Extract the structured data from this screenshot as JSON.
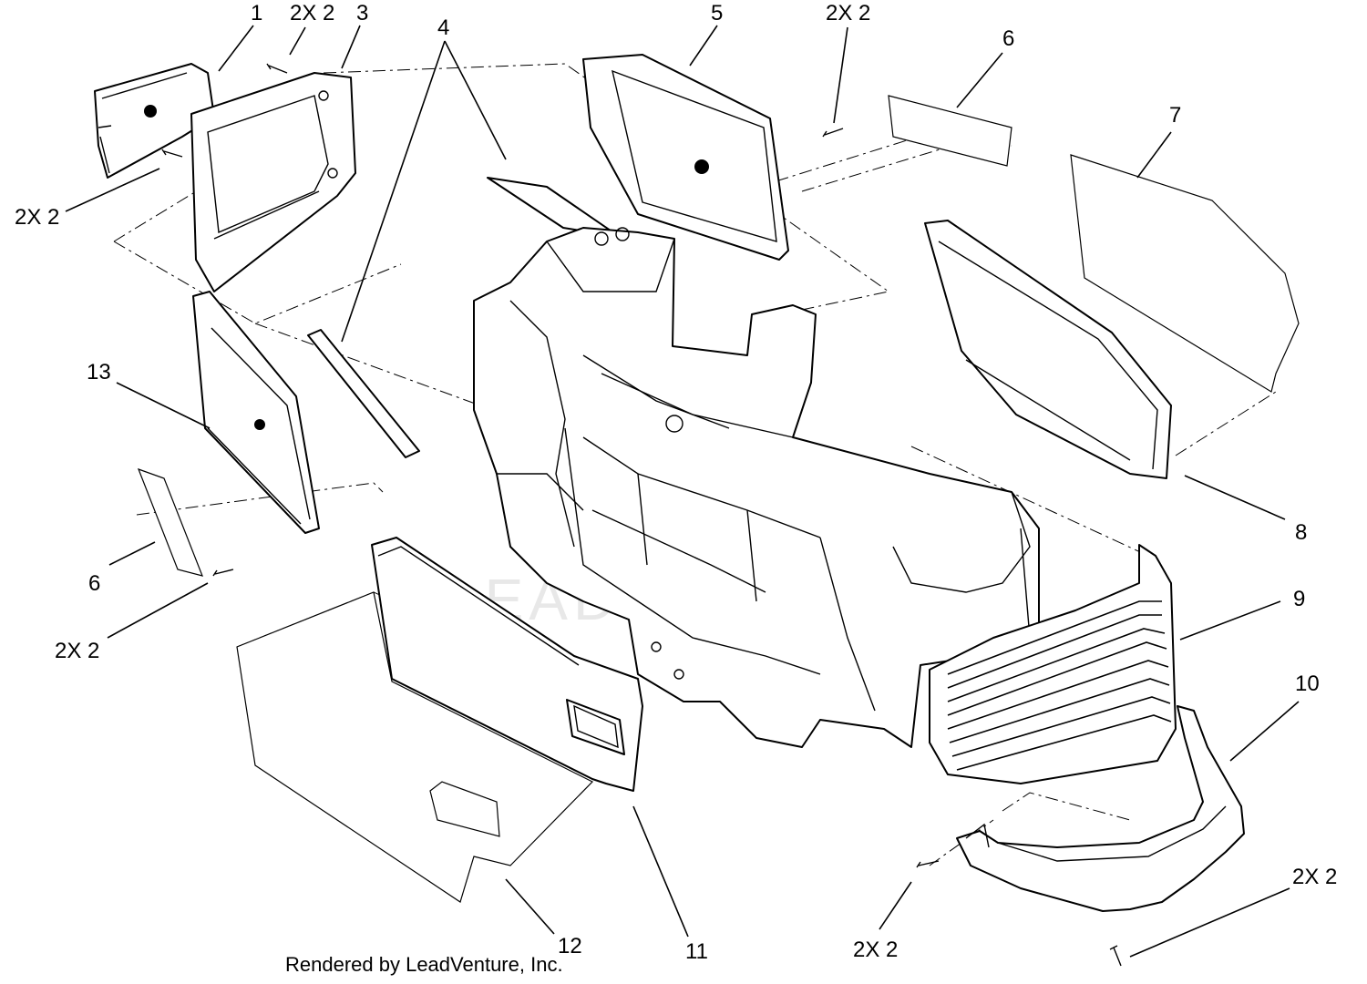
{
  "labels": {
    "l1": "1",
    "l2x2_a": "2X 2",
    "l3": "3",
    "l4": "4",
    "l5": "5",
    "l2x2_b": "2X 2",
    "l6_top": "6",
    "l7": "7",
    "l2x2_c": "2X 2",
    "l13": "13",
    "l8": "8",
    "l9": "9",
    "l6_bottom": "6",
    "l2x2_d": "2X 2",
    "l10": "10",
    "l2x2_e": "2X 2",
    "l2x2_f": "2X 2",
    "l12": "12",
    "l11": "11"
  },
  "credit": "Rendered by LeadVenture, Inc.",
  "watermark": "LEADVENTURE"
}
